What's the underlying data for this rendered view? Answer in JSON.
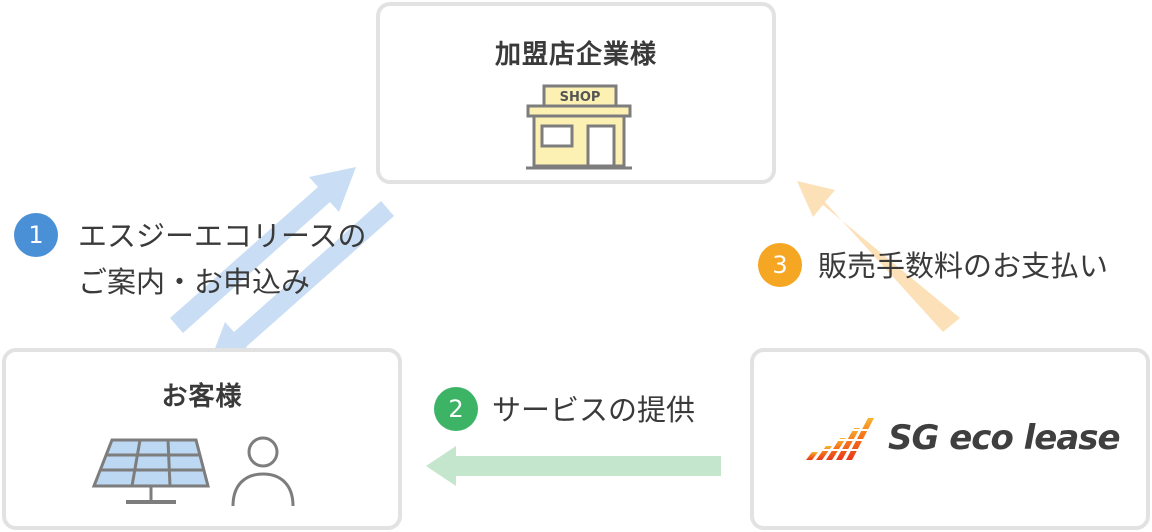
{
  "nodes": {
    "shop": {
      "title": "加盟店企業様",
      "sign": "SHOP",
      "icon": "shop-icon"
    },
    "customer": {
      "title": "お客様",
      "icons": [
        "solar-panel-icon",
        "person-icon"
      ]
    },
    "sg": {
      "brand": "SG eco lease",
      "icon": "sg-eco-lease-logo"
    }
  },
  "steps": [
    {
      "number": "1",
      "line1": "エスジーエコリースの",
      "line2": "ご案内・お申込み",
      "color": "#4a90d6"
    },
    {
      "number": "2",
      "label": "サービスの提供",
      "color": "#3db366"
    },
    {
      "number": "3",
      "label": "販売手数料のお支払い",
      "color": "#f5a623"
    }
  ],
  "colors": {
    "arrow_blue": "#c9def4",
    "arrow_green": "#c4e6cd",
    "arrow_orange": "#fce1b8",
    "box_border": "#e2e2e2",
    "shop_fill": "#fdf0b3",
    "shop_line": "#7d7d7d"
  }
}
